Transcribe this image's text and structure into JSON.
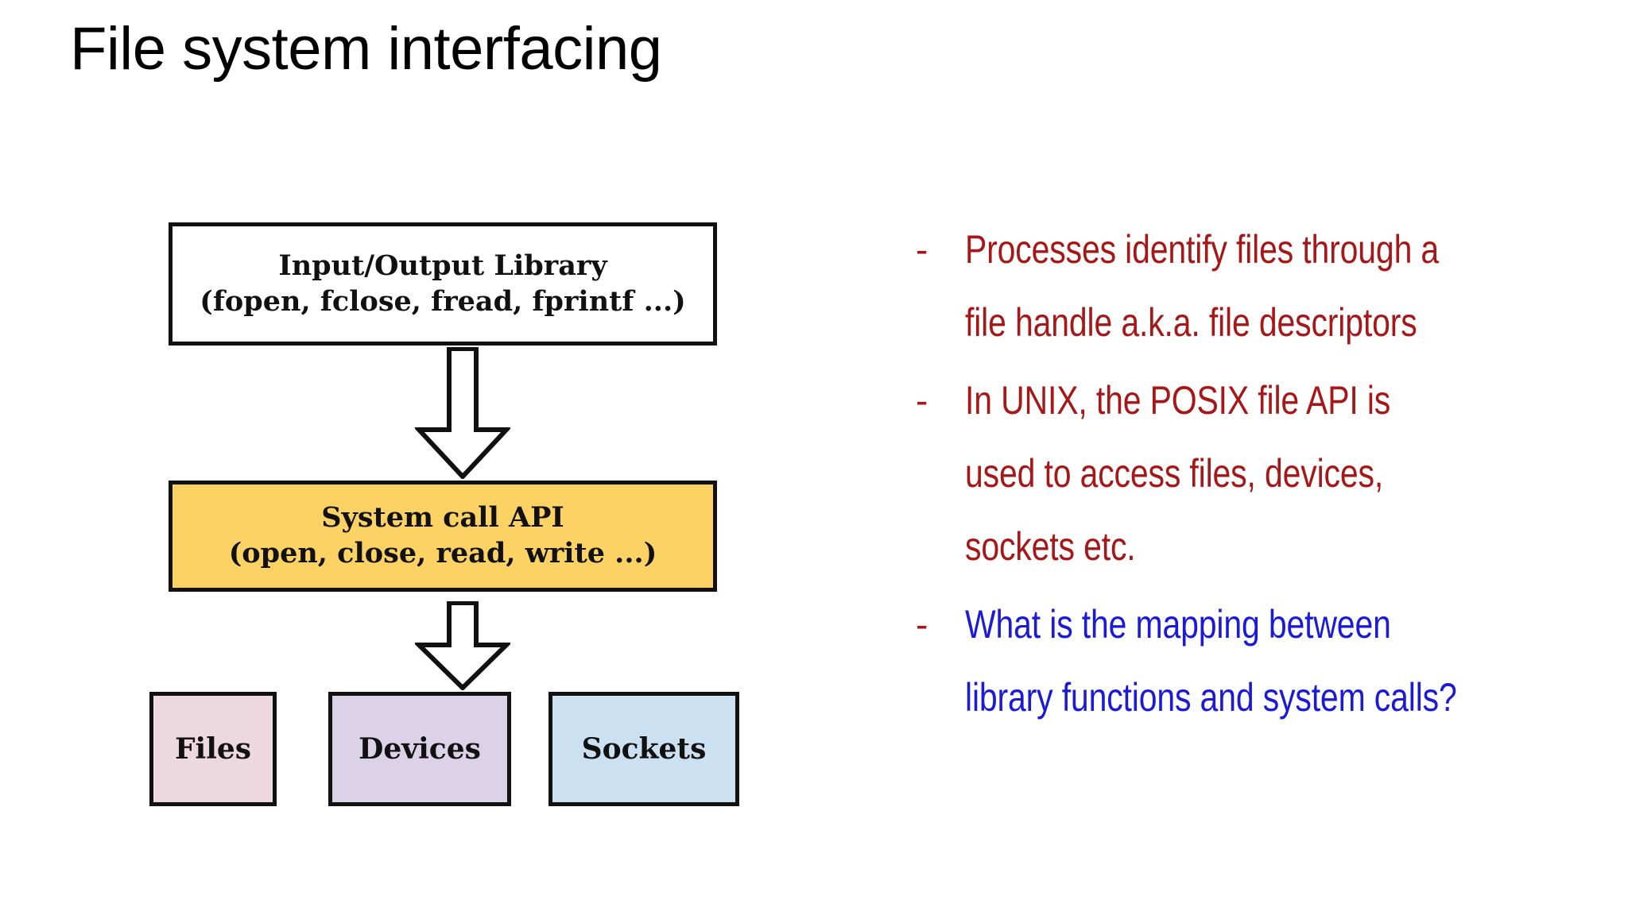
{
  "slide": {
    "title": "File system interfacing",
    "background": "#FFFFFF"
  },
  "diagram": {
    "boxes": [
      {
        "id": "io-library",
        "line1": "Input/Output Library",
        "line2": "(fopen, fclose, fread, fprintf ...)",
        "fill": "#FFFFFF",
        "border": "#111111"
      },
      {
        "id": "system-call-api",
        "line1": "System call API",
        "line2": "(open, close, read, write ...)",
        "fill": "#FBD263",
        "border": "#111111"
      },
      {
        "id": "files",
        "line1": "Files",
        "fill": "#EDD8DF",
        "border": "#111111"
      },
      {
        "id": "devices",
        "line1": "Devices",
        "fill": "#DBD2E8",
        "border": "#111111"
      },
      {
        "id": "sockets",
        "line1": "Sockets",
        "fill": "#CBE0F0",
        "border": "#111111"
      }
    ],
    "arrows": [
      {
        "id": "io-to-syscall",
        "direction": "down",
        "style": "hollow-block"
      },
      {
        "id": "syscall-to-resources",
        "direction": "down",
        "style": "hollow-block"
      }
    ]
  },
  "bullets": {
    "marker": "-",
    "marker_color": "#A61818",
    "items": [
      {
        "text": "Processes identify files through a file handle a.k.a. file descriptors",
        "color": "#A61818"
      },
      {
        "text": "In UNIX, the POSIX file API is used to access files, devices, sockets etc.",
        "color": "#A61818"
      },
      {
        "text": "What is the mapping between library functions and system calls?",
        "color": "#1A1AD8"
      }
    ]
  }
}
